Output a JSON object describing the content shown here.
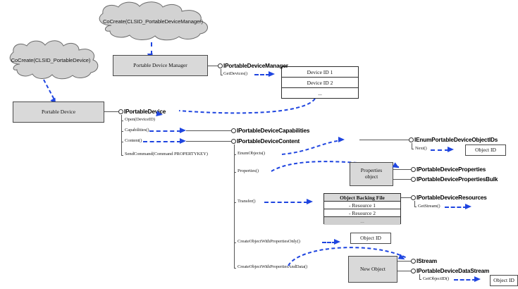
{
  "diagram": {
    "title": "Windows Portable Devices API object model",
    "accent_blue": "#1f45e0",
    "box_gray": "#d9d9d9",
    "line_gray": "#555555"
  },
  "clouds": [
    {
      "id": "cloud-manager",
      "text": "CoCreate(CLSID_PortableDeviceManager)"
    },
    {
      "id": "cloud-device",
      "text": "CoCreate(CLSID_PortableDevice)"
    }
  ],
  "boxes": [
    {
      "id": "box-portable-device-manager",
      "label": "Portable Device Manager"
    },
    {
      "id": "box-portable-device",
      "label": "Portable Device"
    },
    {
      "id": "box-properties-object",
      "label": "Properties\nobject"
    },
    {
      "id": "box-new-object",
      "label": "New Object"
    },
    {
      "id": "box-object-id-enum",
      "label": "Object ID"
    },
    {
      "id": "box-object-id-create",
      "label": "Object ID"
    },
    {
      "id": "box-object-id-datastream",
      "label": "Object ID"
    }
  ],
  "tables": [
    {
      "id": "table-device-ids",
      "rows": [
        "Device ID 1",
        "Device ID 2",
        "..."
      ]
    },
    {
      "id": "table-object-backing-file",
      "header": "Object Backing File",
      "rows": [
        "- Resource 1",
        "- Resource 2",
        "..."
      ]
    }
  ],
  "interfaces": [
    {
      "id": "iface-manager",
      "name": "IPortableDeviceManager",
      "methods": [
        "GetDevices()"
      ]
    },
    {
      "id": "iface-device",
      "name": "IPortableDevice",
      "methods": [
        "Open(DeviceID)",
        "Capabilities()",
        "Content()",
        "SendCommand(Command PROPERTYKEY)"
      ]
    },
    {
      "id": "iface-capabilities",
      "name": "IPortableDeviceCapabilities",
      "methods": []
    },
    {
      "id": "iface-content",
      "name": "IPortableDeviceContent",
      "methods": [
        "EnumObjects()",
        "Properties()",
        "Transfer()",
        "CreateObjectWithPropertiesOnly()",
        "CreateObjectWithPropertiesAndData()"
      ]
    },
    {
      "id": "iface-enum-object-ids",
      "name": "IEnumPortableDeviceObjectIDs",
      "methods": [
        "Next()"
      ]
    },
    {
      "id": "iface-properties",
      "name": "IPortableDeviceProperties",
      "methods": []
    },
    {
      "id": "iface-properties-bulk",
      "name": "IPortableDevicePropertiesBulk",
      "methods": []
    },
    {
      "id": "iface-resources",
      "name": "IPortableDeviceResources",
      "methods": [
        "GetStream()"
      ]
    },
    {
      "id": "iface-istream",
      "name": "IStream",
      "methods": []
    },
    {
      "id": "iface-data-stream",
      "name": "IPortableDeviceDataStream",
      "methods": [
        "GetObjectID()"
      ]
    }
  ]
}
